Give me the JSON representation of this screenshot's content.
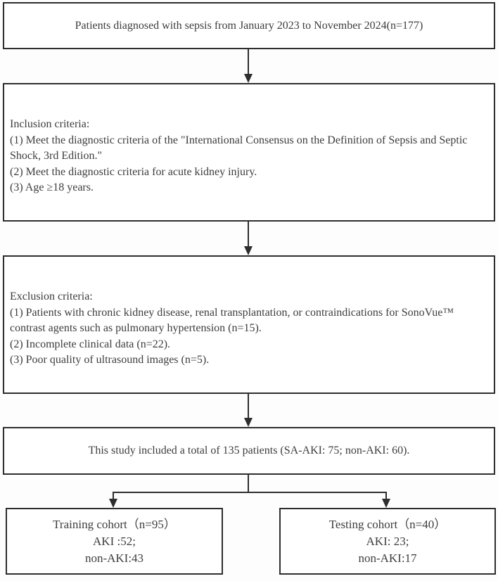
{
  "diagram": {
    "type": "study-flowchart",
    "boxes": {
      "enrollment": {
        "text": "Patients diagnosed with sepsis from January 2023 to November 2024(n=177)"
      },
      "inclusion": {
        "heading": "Inclusion criteria:",
        "items": [
          "(1) Meet the diagnostic criteria of the \"International Consensus on the Definition of Sepsis and Septic Shock, 3rd Edition.\"",
          "(2) Meet the diagnostic criteria for acute kidney injury.",
          "(3) Age ≥18 years."
        ]
      },
      "exclusion": {
        "heading": "Exclusion criteria:",
        "items": [
          "(1) Patients with chronic kidney disease, renal transplantation, or contraindications for SonoVue™ contrast agents such as pulmonary hypertension (n=15).",
          "(2) Incomplete clinical data (n=22).",
          "(3) Poor quality of ultrasound images (n=5)."
        ]
      },
      "total": {
        "text": "This study included a total of 135 patients (SA-AKI: 75; non-AKI: 60)."
      },
      "training": {
        "lines": [
          "Training cohort（n=95）",
          "AKI :52;",
          "non-AKI:43"
        ]
      },
      "testing": {
        "lines": [
          "Testing cohort（n=40）",
          "AKI: 23;",
          "non-AKI:17"
        ]
      }
    },
    "colors": {
      "border": "#2e2e2e",
      "text": "#3d3d3d",
      "background": "#fdfdfd"
    }
  }
}
